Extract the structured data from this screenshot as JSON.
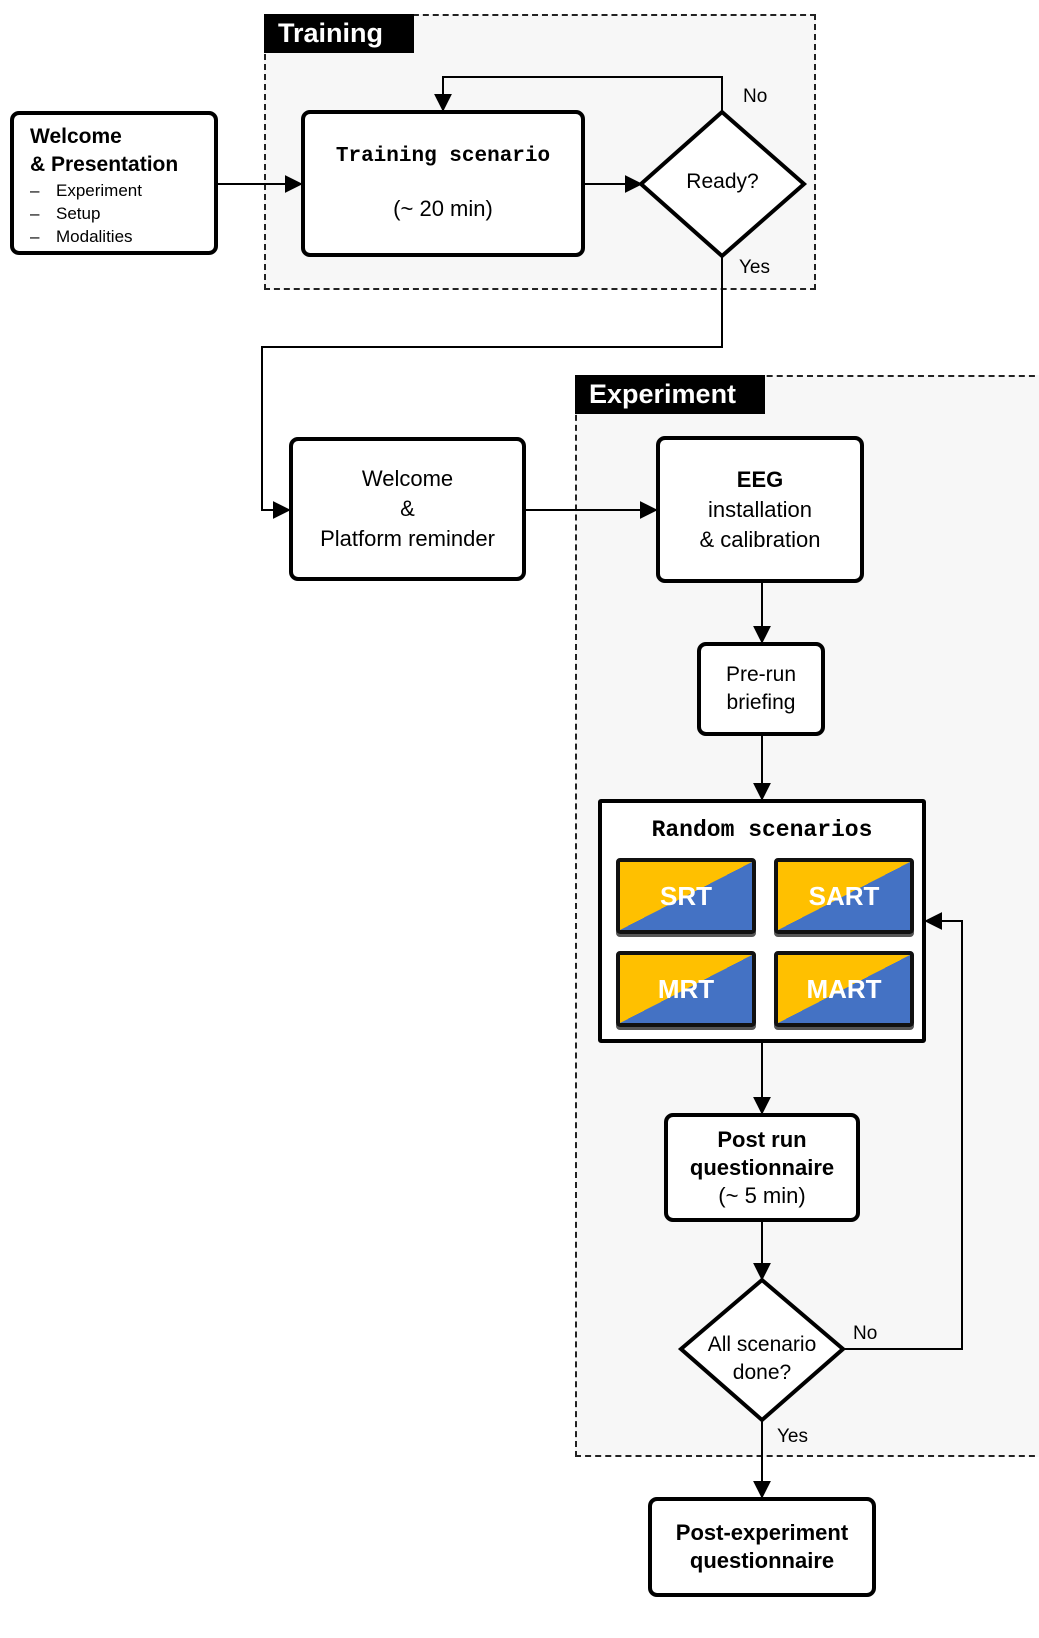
{
  "groups": {
    "training": "Training",
    "experiment": "Experiment"
  },
  "nodes": {
    "welcome_presentation": {
      "title": "Welcome\n& Presentation",
      "items": [
        "Experiment",
        "Setup",
        "Modalities"
      ],
      "bullet": "–"
    },
    "training_scenario": {
      "title": "Training scenario",
      "duration": "(~ 20 min)"
    },
    "ready": {
      "label": "Ready?"
    },
    "welcome_reminder": {
      "line1": "Welcome",
      "line2": "&",
      "line3": "Platform reminder"
    },
    "eeg": {
      "line1": "EEG",
      "line2": "installation",
      "line3": "& calibration"
    },
    "pre_run": {
      "line1": "Pre-run",
      "line2": "briefing"
    },
    "random_scenarios": {
      "title": "Random scenarios",
      "tiles": [
        "SRT",
        "SART",
        "MRT",
        "MART"
      ]
    },
    "post_run": {
      "line1": "Post run",
      "line2": "questionnaire",
      "line3": "(~ 5 min)"
    },
    "all_done": {
      "line1": "All scenario",
      "line2": "done?"
    },
    "post_experiment": {
      "line1": "Post-experiment",
      "line2": "questionnaire"
    }
  },
  "edge_labels": {
    "ready_no": "No",
    "ready_yes": "Yes",
    "done_no": "No",
    "done_yes": "Yes"
  },
  "colors": {
    "tile_yellow": "#ffc000",
    "tile_blue": "#4472c4",
    "group_background": "#f7f7f7",
    "line": "#000000"
  }
}
